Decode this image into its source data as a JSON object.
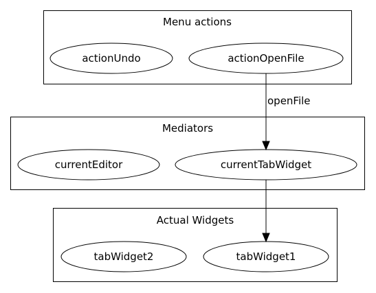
{
  "clusters": {
    "menu": {
      "label": "Menu actions",
      "nodes": {
        "undo": "actionUndo",
        "open": "actionOpenFile"
      }
    },
    "mediators": {
      "label": "Mediators",
      "nodes": {
        "editor": "currentEditor",
        "tab": "currentTabWidget"
      }
    },
    "widgets": {
      "label": "Actual Widgets",
      "nodes": {
        "tab2": "tabWidget2",
        "tab1": "tabWidget1"
      }
    }
  },
  "edges": {
    "open_to_tab": {
      "label": "openFile"
    },
    "tab_to_tab1": {
      "label": ""
    }
  }
}
